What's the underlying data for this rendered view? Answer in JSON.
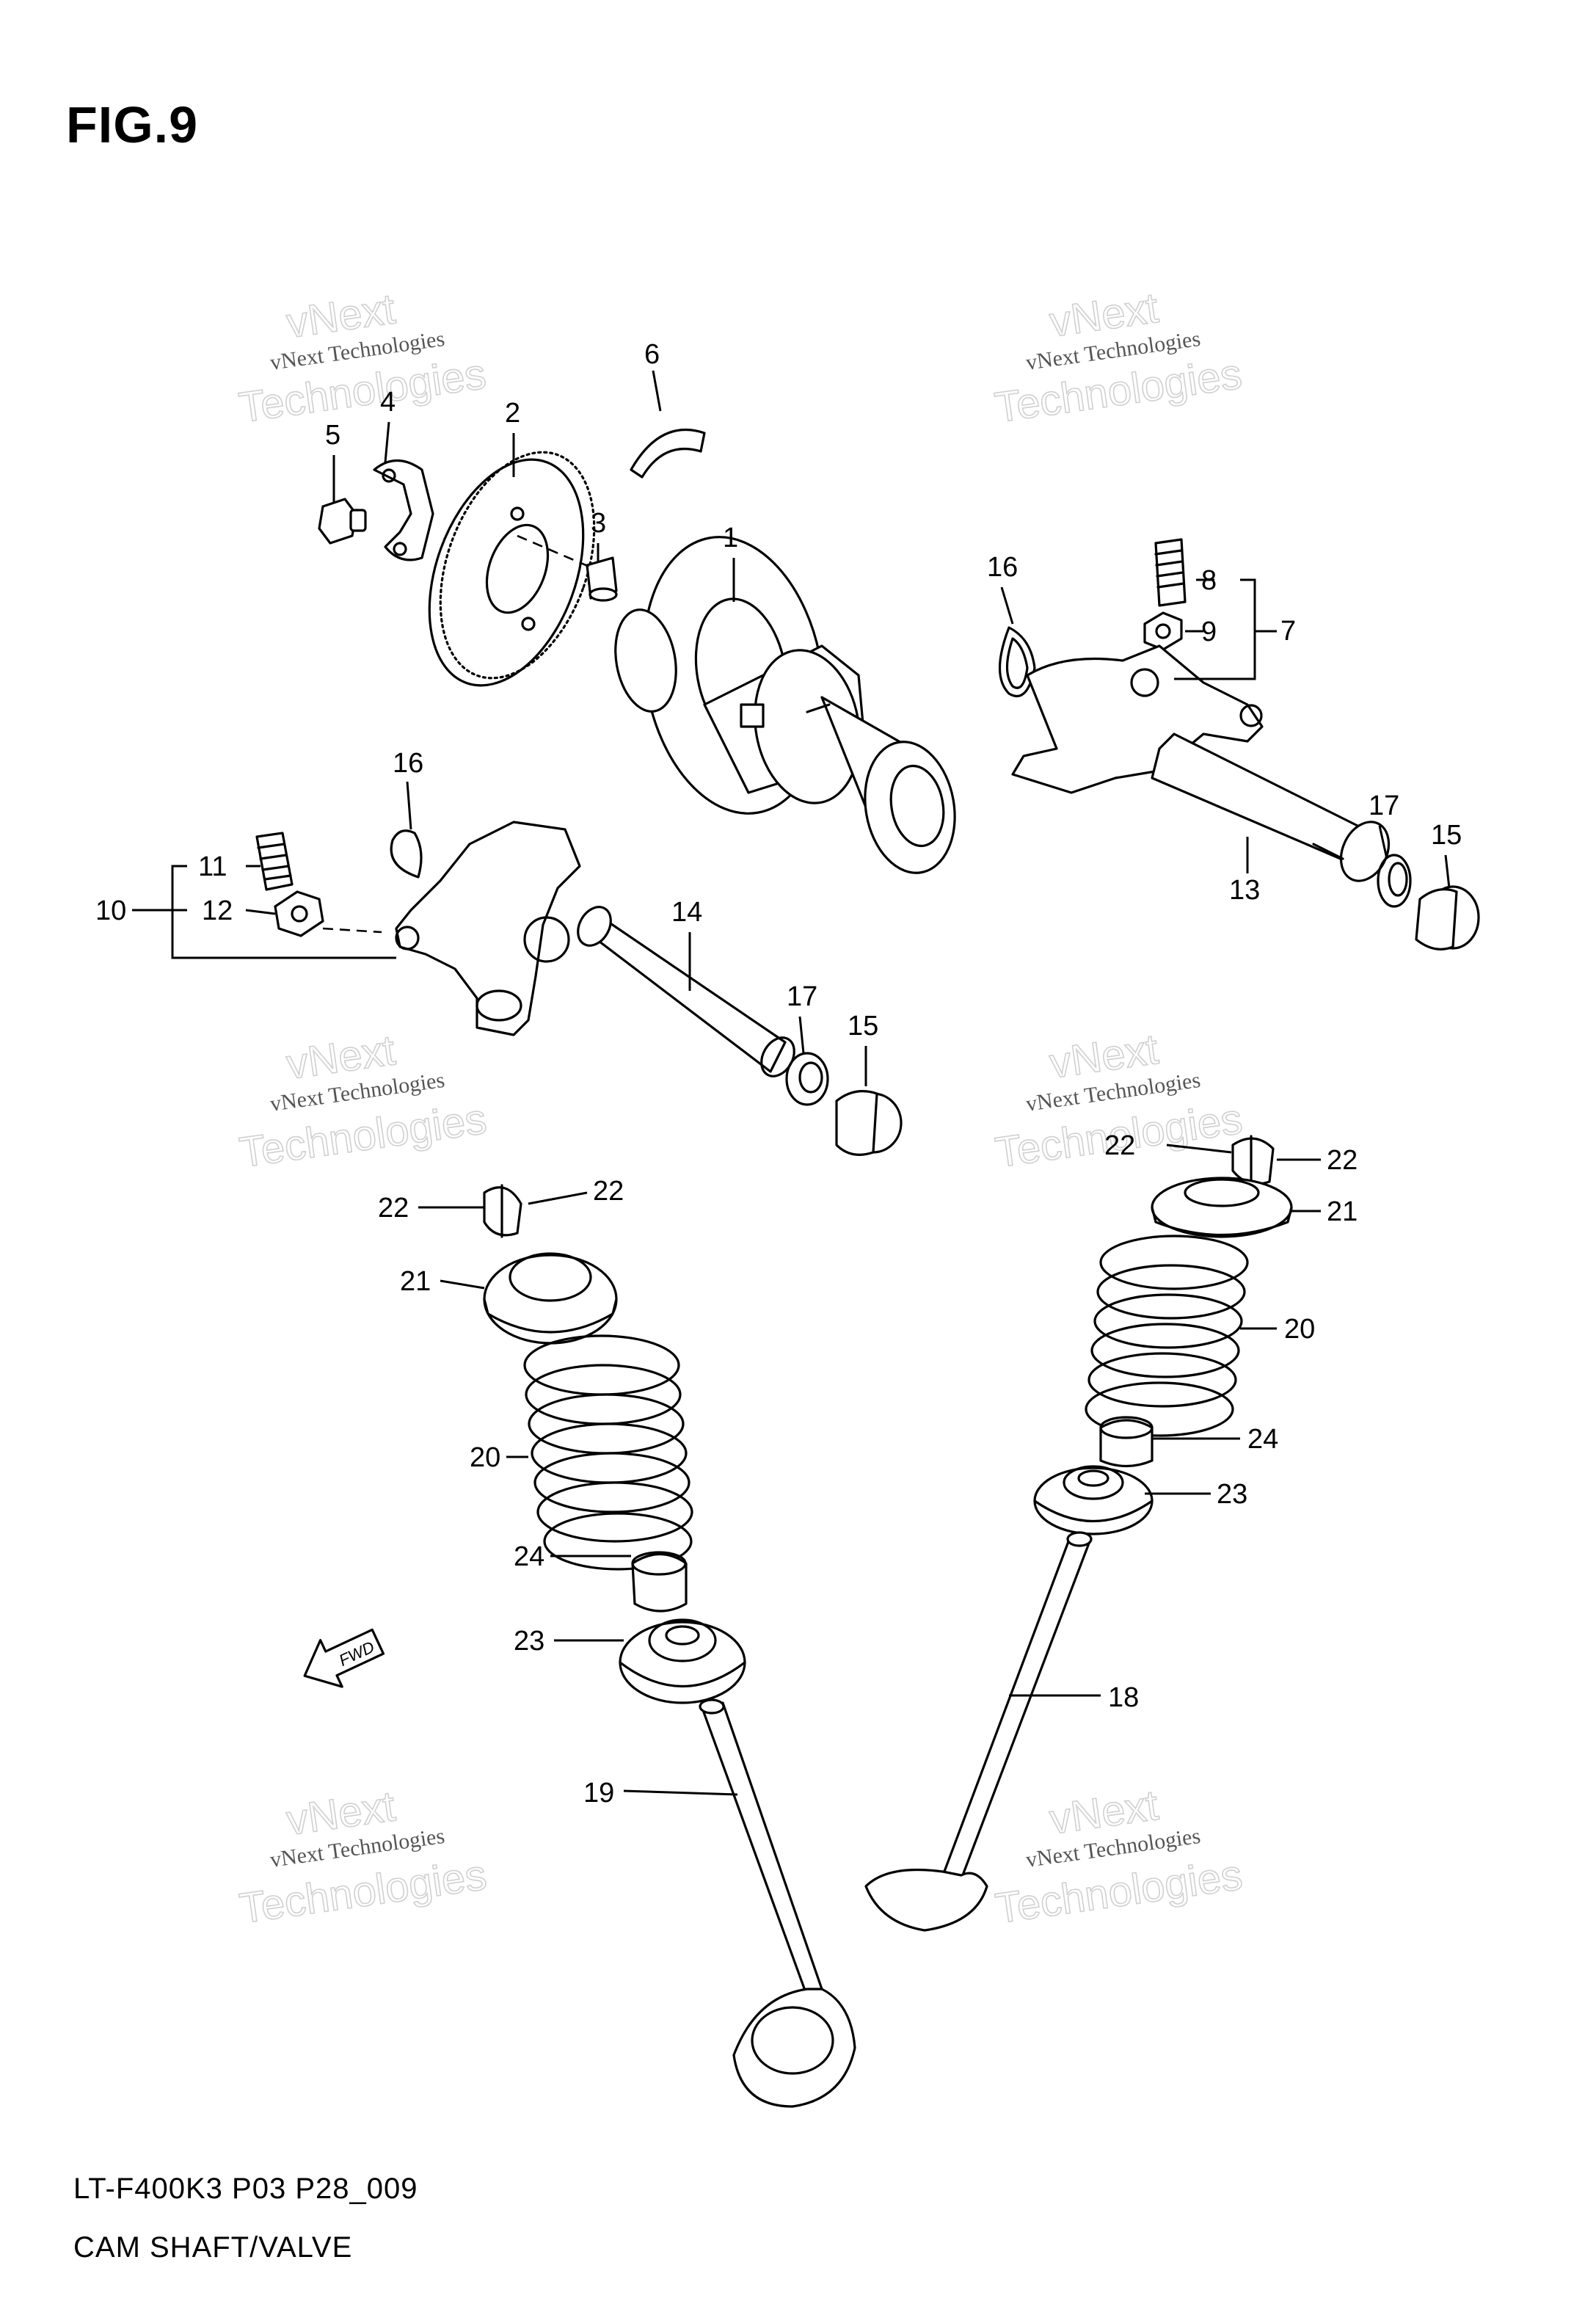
{
  "figure": {
    "title": "FIG.9"
  },
  "watermark": {
    "brand": "vNext",
    "line1": "vNext Technologies",
    "line2": "Technologies"
  },
  "footer": {
    "code": "LT-F400K3 P03 P28_009",
    "title": "CAM SHAFT/VALVE"
  },
  "fwd_label": "FWD",
  "callouts": [
    "1",
    "2",
    "3",
    "4",
    "5",
    "6",
    "7",
    "8",
    "9",
    "10",
    "11",
    "12",
    "13",
    "14",
    "15",
    "15",
    "16",
    "16",
    "17",
    "17",
    "18",
    "19",
    "20",
    "20",
    "21",
    "21",
    "22",
    "22",
    "22",
    "22",
    "23",
    "23",
    "24",
    "24"
  ]
}
